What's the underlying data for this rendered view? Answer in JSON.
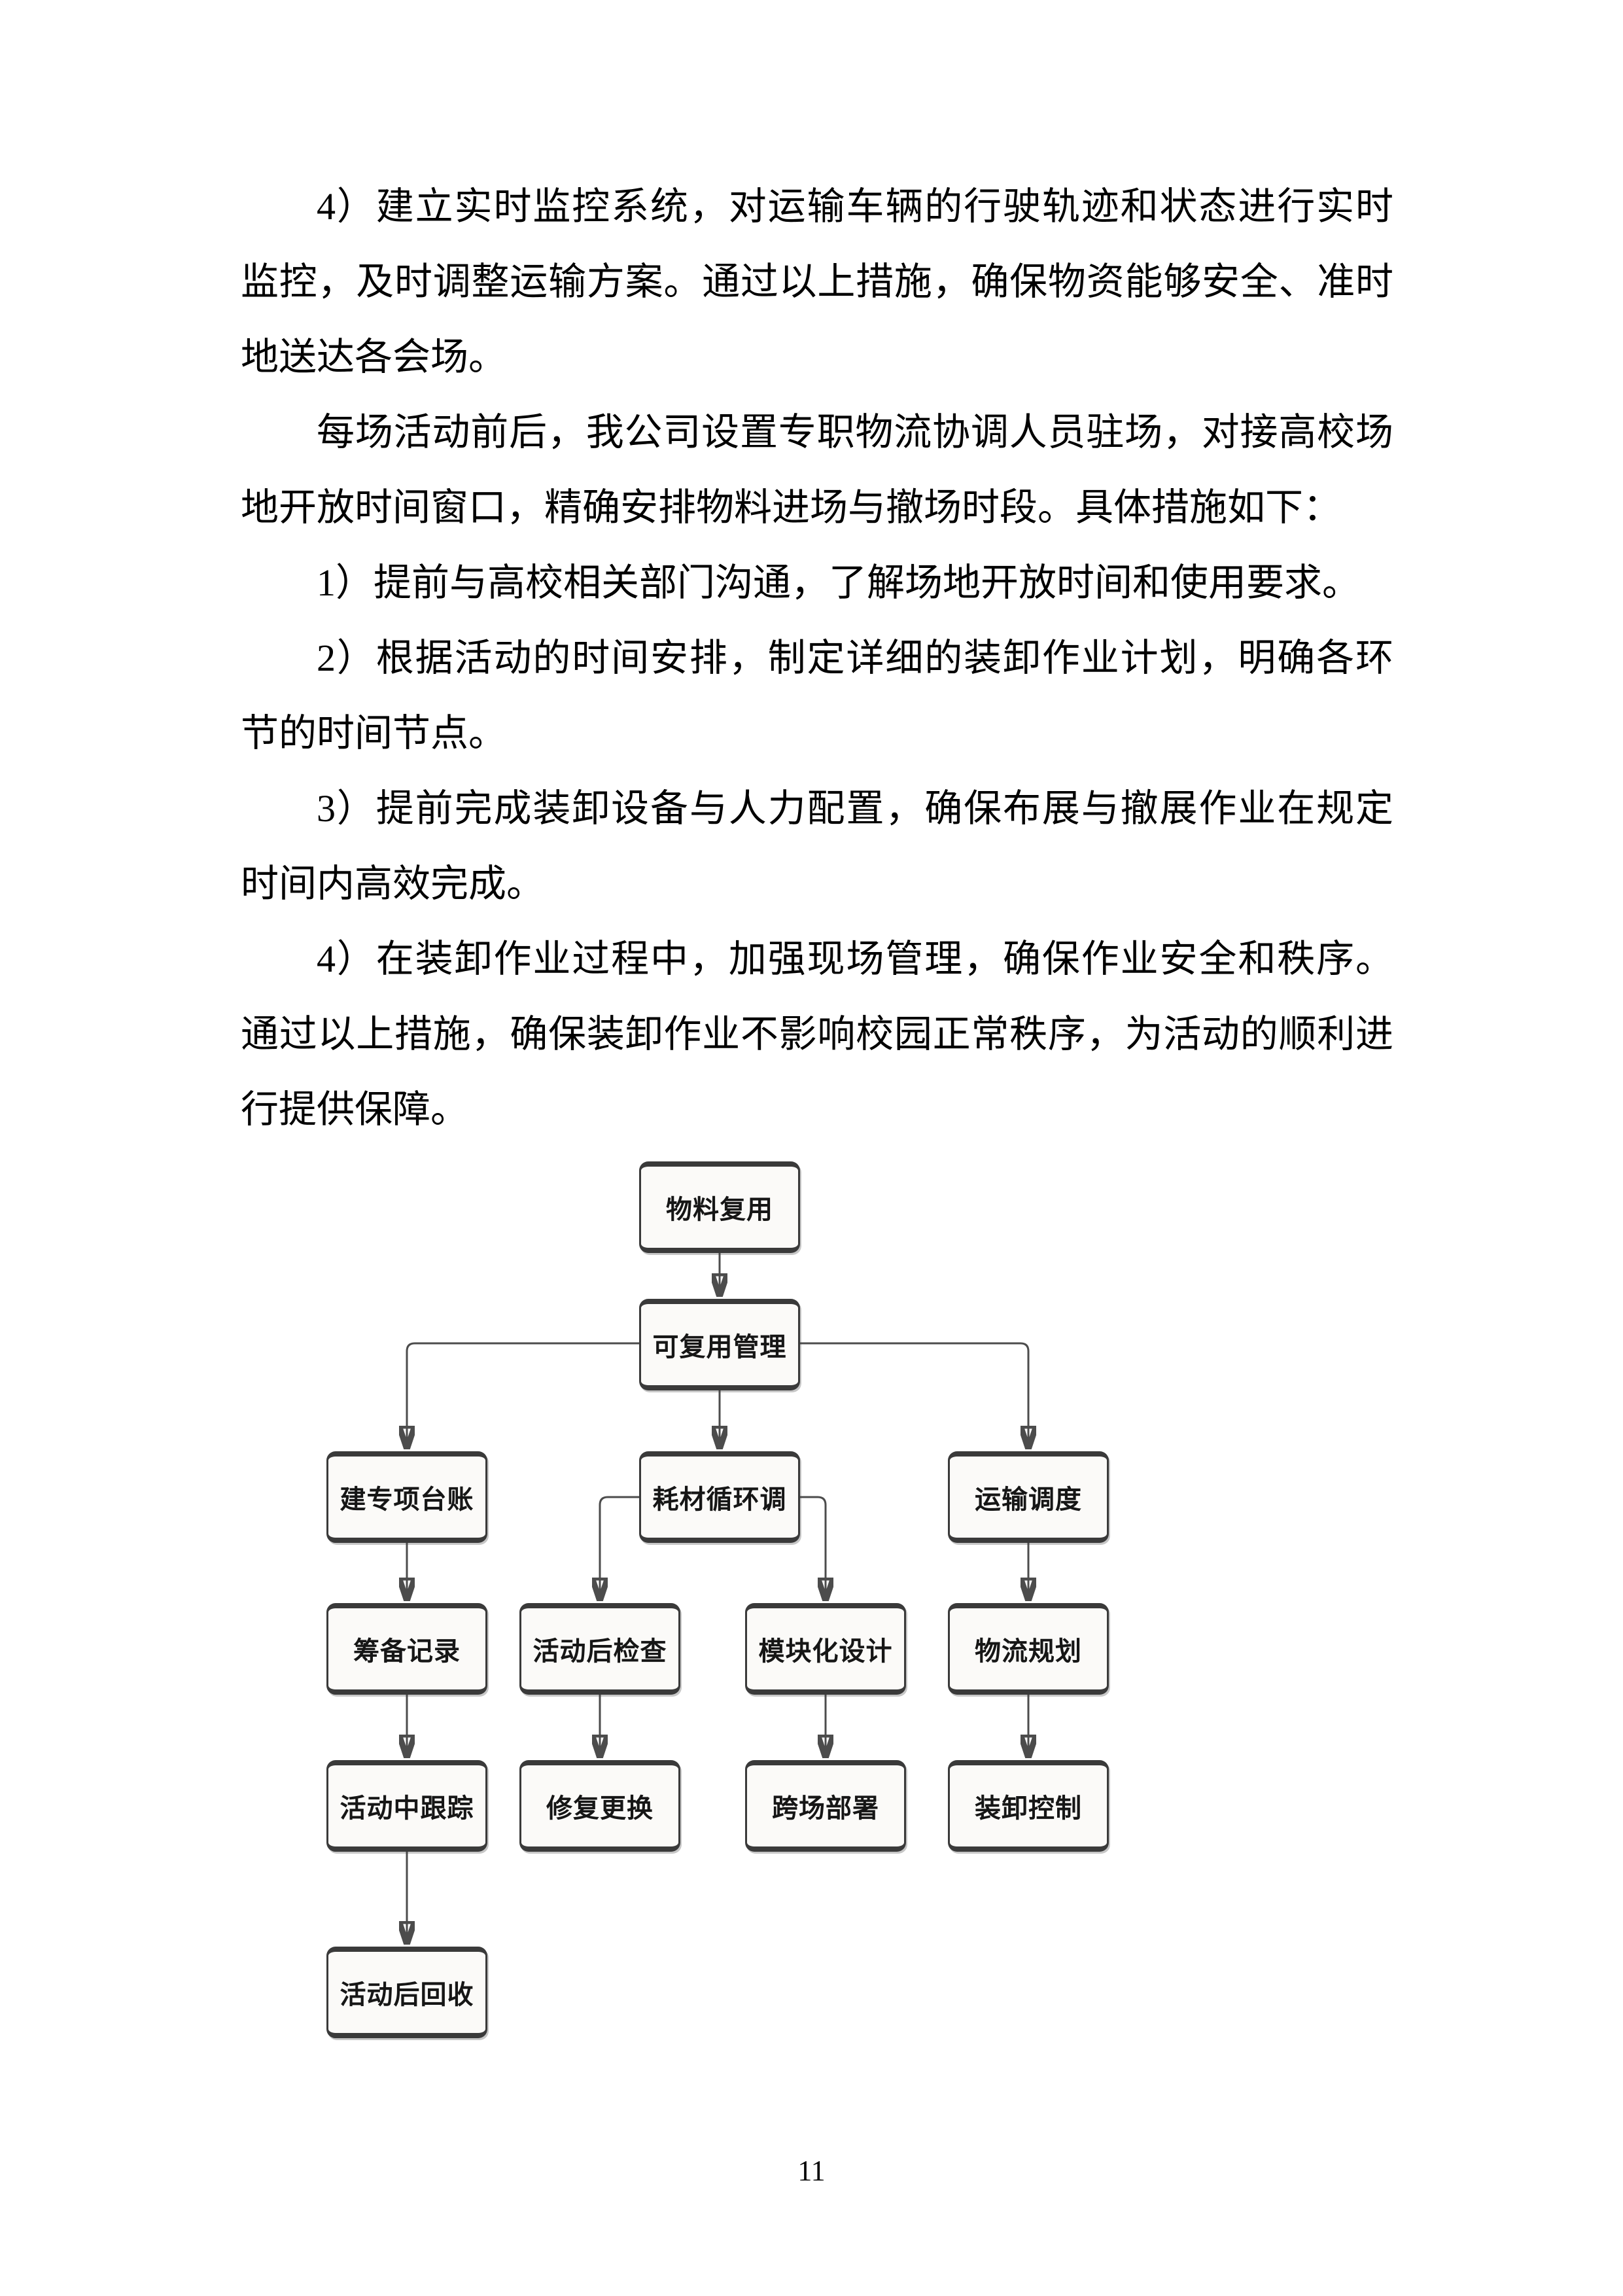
{
  "page": {
    "number": "11"
  },
  "document": {
    "paragraphs": [
      {
        "text": "4）建立实时监控系统，对运输车辆的行驶轨迹和状态进行实时监控，及时调整运输方案。通过以上措施，确保物资能够安全、准时地送达各会场。"
      },
      {
        "text": "每场活动前后，我公司设置专职物流协调人员驻场，对接高校场地开放时间窗口，精确安排物料进场与撤场时段。具体措施如下："
      },
      {
        "text": "1）提前与高校相关部门沟通，了解场地开放时间和使用要求。"
      },
      {
        "text": "2）根据活动的时间安排，制定详细的装卸作业计划，明确各环节的时间节点。"
      },
      {
        "text": "3）提前完成装卸设备与人力配置，确保布展与撤展作业在规定时间内高效完成。"
      },
      {
        "text": "4）在装卸作业过程中，加强现场管理，确保作业安全和秩序。通过以上措施，确保装卸作业不影响校园正常秩序，为活动的顺利进行提供保障。"
      }
    ]
  },
  "flowchart": {
    "nodes": [
      {
        "id": "material-reuse",
        "label": "物料复用"
      },
      {
        "id": "reusable-mgmt",
        "label": "可复用管理"
      },
      {
        "id": "ledger",
        "label": "建专项台账"
      },
      {
        "id": "consumable-cycle",
        "label": "耗材循环调"
      },
      {
        "id": "transport-dispatch",
        "label": "运输调度"
      },
      {
        "id": "prep-record",
        "label": "筹备记录"
      },
      {
        "id": "post-event-check",
        "label": "活动后检查"
      },
      {
        "id": "modular-design",
        "label": "模块化设计"
      },
      {
        "id": "logistics-plan",
        "label": "物流规划"
      },
      {
        "id": "in-event-tracking",
        "label": "活动中跟踪"
      },
      {
        "id": "repair-replace",
        "label": "修复更换"
      },
      {
        "id": "cross-venue-deploy",
        "label": "跨场部署"
      },
      {
        "id": "loading-control",
        "label": "装卸控制"
      },
      {
        "id": "post-event-recycle",
        "label": "活动后回收"
      }
    ],
    "edges": [
      {
        "from": "material-reuse",
        "to": "reusable-mgmt"
      },
      {
        "from": "reusable-mgmt",
        "to": "ledger"
      },
      {
        "from": "reusable-mgmt",
        "to": "consumable-cycle"
      },
      {
        "from": "reusable-mgmt",
        "to": "transport-dispatch"
      },
      {
        "from": "ledger",
        "to": "prep-record"
      },
      {
        "from": "consumable-cycle",
        "to": "post-event-check"
      },
      {
        "from": "consumable-cycle",
        "to": "modular-design"
      },
      {
        "from": "transport-dispatch",
        "to": "logistics-plan"
      },
      {
        "from": "prep-record",
        "to": "in-event-tracking"
      },
      {
        "from": "post-event-check",
        "to": "repair-replace"
      },
      {
        "from": "modular-design",
        "to": "cross-venue-deploy"
      },
      {
        "from": "logistics-plan",
        "to": "loading-control"
      },
      {
        "from": "in-event-tracking",
        "to": "post-event-recycle"
      }
    ]
  },
  "colors": {
    "page_background": "#ffffff",
    "text": "#000000",
    "node_fill": "#fbfaf8",
    "node_border": "#3a3a3a",
    "edge_line": "#4c4c4c",
    "arrowhead": "#1a1a1a"
  }
}
